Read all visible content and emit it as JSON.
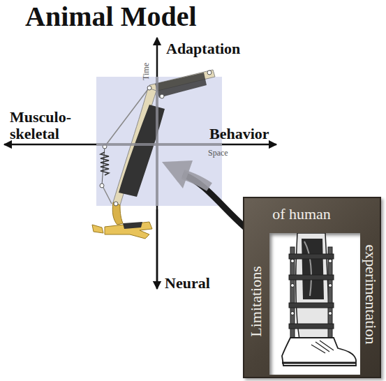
{
  "diagram": {
    "title": "Animal Model",
    "nodes": [
      {
        "text": [
          "Limitations",
          "of human",
          "experimentation"
        ]
      }
    ],
    "labels": [
      "Adaptation",
      "Time",
      "Musculo- skeletal",
      "Behavior",
      "Space",
      "Neural"
    ]
  }
}
